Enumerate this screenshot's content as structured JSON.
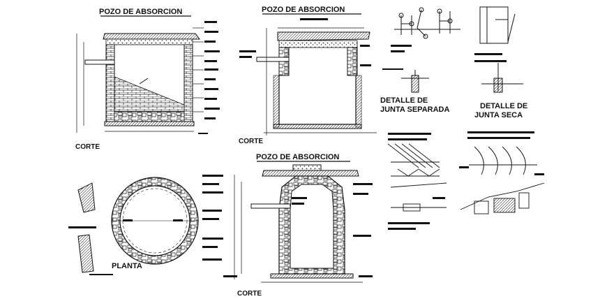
{
  "titles": {
    "top_left": "POZO DE ABSORCION",
    "top_middle": "POZO DE ABSORCION",
    "bottom_middle": "POZO DE ABSORCION"
  },
  "section_labels": {
    "corte_left": "CORTE",
    "corte_middle": "CORTE",
    "planta": "PLANTA",
    "corte_bottom": "CORTE"
  },
  "details": {
    "junta_separada_line1": "DETALLE DE",
    "junta_separada_line2": "JUNTA SEPARADA",
    "junta_seca_line1": "DETALLE DE",
    "junta_seca_line2": "JUNTA SECA"
  },
  "colors": {
    "ink": "#111111",
    "paper": "#ffffff"
  }
}
